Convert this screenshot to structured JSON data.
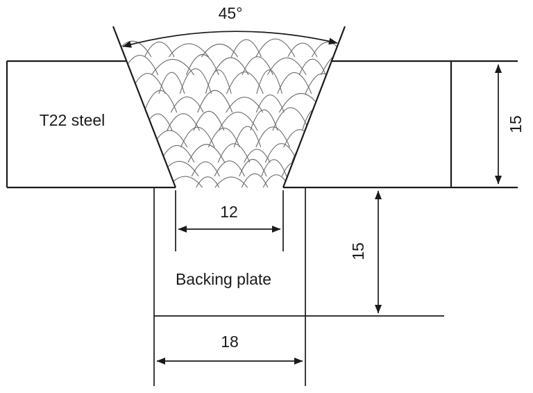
{
  "diagram": {
    "labels": {
      "groove_angle": "45°",
      "material": "T22 steel",
      "backing_plate": "Backing plate"
    },
    "dimensions": {
      "root_gap_width": "12",
      "plate_thickness": "15",
      "backing_plate_height": "15",
      "backing_plate_width": "18"
    },
    "colors": {
      "outline": "#1a1a1a",
      "weld_bead": "#6e6e6e",
      "background": "#ffffff"
    }
  }
}
